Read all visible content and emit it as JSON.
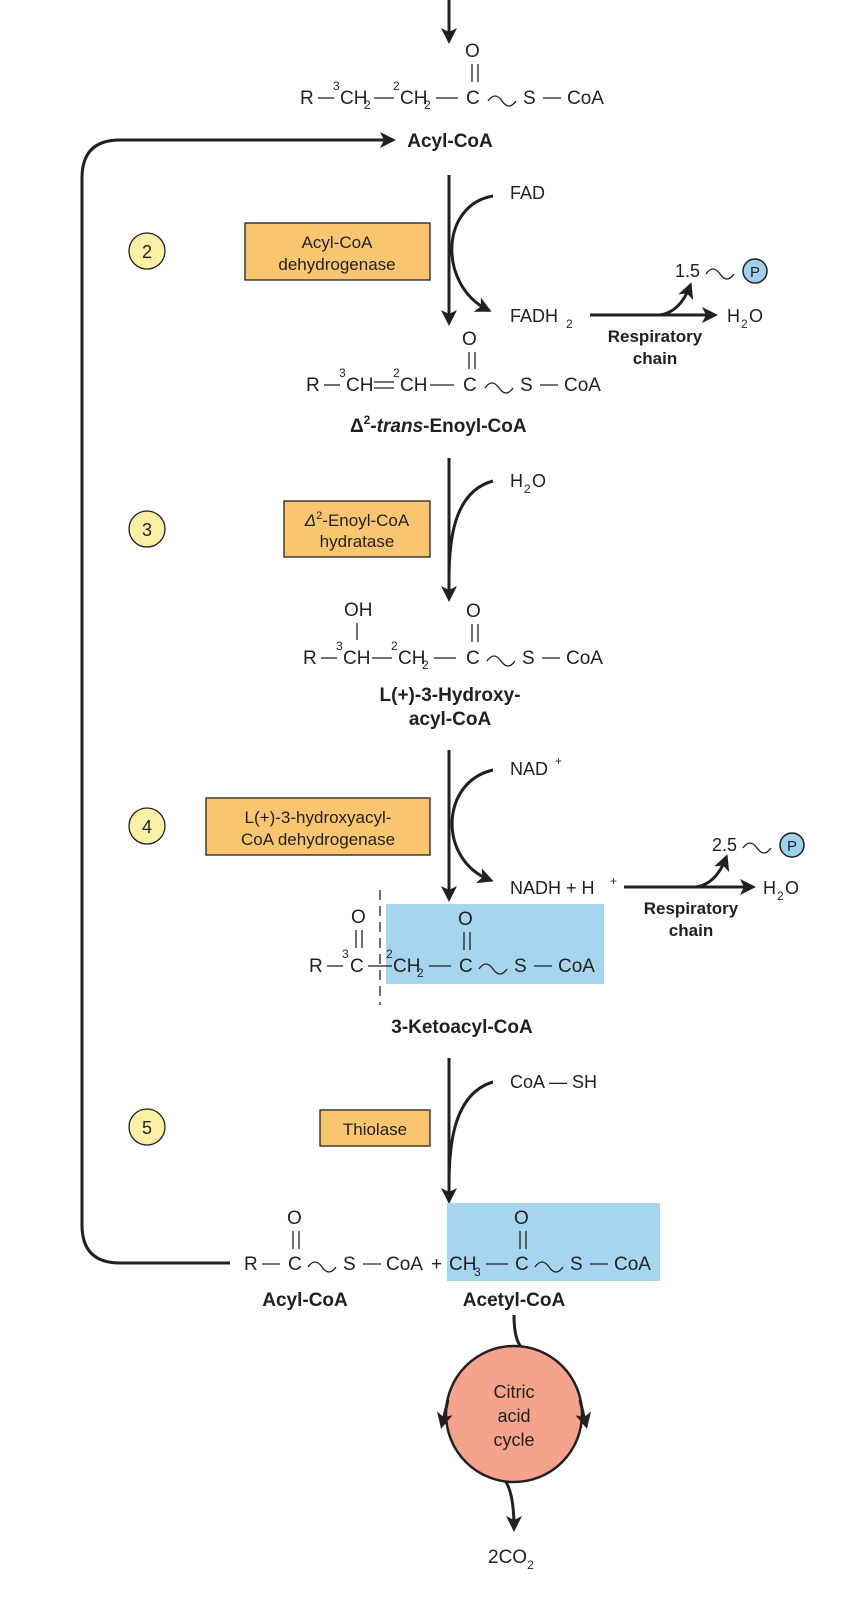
{
  "steps": [
    {
      "number": "2",
      "enzyme_line1": "Acyl-CoA",
      "enzyme_line2": "dehydrogenase",
      "cofactor_in": "FAD",
      "cofactor_out": "FADH",
      "cofactor_out_sub": "2"
    },
    {
      "number": "3",
      "enzyme_line1": "-Enoyl-CoA",
      "enzyme_delta": "Δ",
      "enzyme_delta_sup": "2",
      "enzyme_line2": "hydratase",
      "cofactor_in": "H",
      "cofactor_in_sub": "2",
      "cofactor_in_tail": "O"
    },
    {
      "number": "4",
      "enzyme_line1": "L(+)-3-hydroxyacyl-",
      "enzyme_line2": "CoA dehydrogenase",
      "cofactor_in": "NAD",
      "cofactor_in_sup": "+",
      "cofactor_out": "NADH + H",
      "cofactor_out_sup": "+"
    },
    {
      "number": "5",
      "enzyme_line1": "Thiolase",
      "cofactor_in": "CoA — SH"
    }
  ],
  "compounds": {
    "acyl_coa": "Acyl-CoA",
    "enoyl_delta": "Δ",
    "enoyl_sup": "2",
    "enoyl_italic": "-trans",
    "enoyl_rest": "-Enoyl-CoA",
    "hydroxy_line1": "L(+)-3-Hydroxy-",
    "hydroxy_line2": "acyl-CoA",
    "ketoacyl": "3-Ketoacyl-CoA",
    "product_acyl": "Acyl-CoA",
    "product_acetyl": "Acetyl-CoA"
  },
  "atoms": {
    "R": "R",
    "C": "C",
    "O": "O",
    "S": "S",
    "CoA": "CoA",
    "CH": "CH",
    "OH": "OH",
    "CH2": "CH",
    "sub2": "2",
    "CH3": "CH",
    "sub3": "3",
    "n2": "2",
    "n3": "3",
    "plus": "+"
  },
  "respiratory": {
    "line1": "Respiratory",
    "line2": "chain",
    "yield1": "1.5",
    "yield2": "2.5",
    "p": "P",
    "water": "H",
    "water_sub": "2",
    "water_tail": "O"
  },
  "citric": {
    "line1": "Citric",
    "line2": "acid",
    "line3": "cycle"
  },
  "co2": {
    "prefix": "2CO",
    "sub": "2"
  },
  "colors": {
    "enzyme_box": "#f9c56f",
    "step_badge": "#fbf1a6",
    "highlight": "#a6d5ef",
    "citric_cycle": "#f4a38c",
    "phosphate": "#9fd0ee"
  }
}
